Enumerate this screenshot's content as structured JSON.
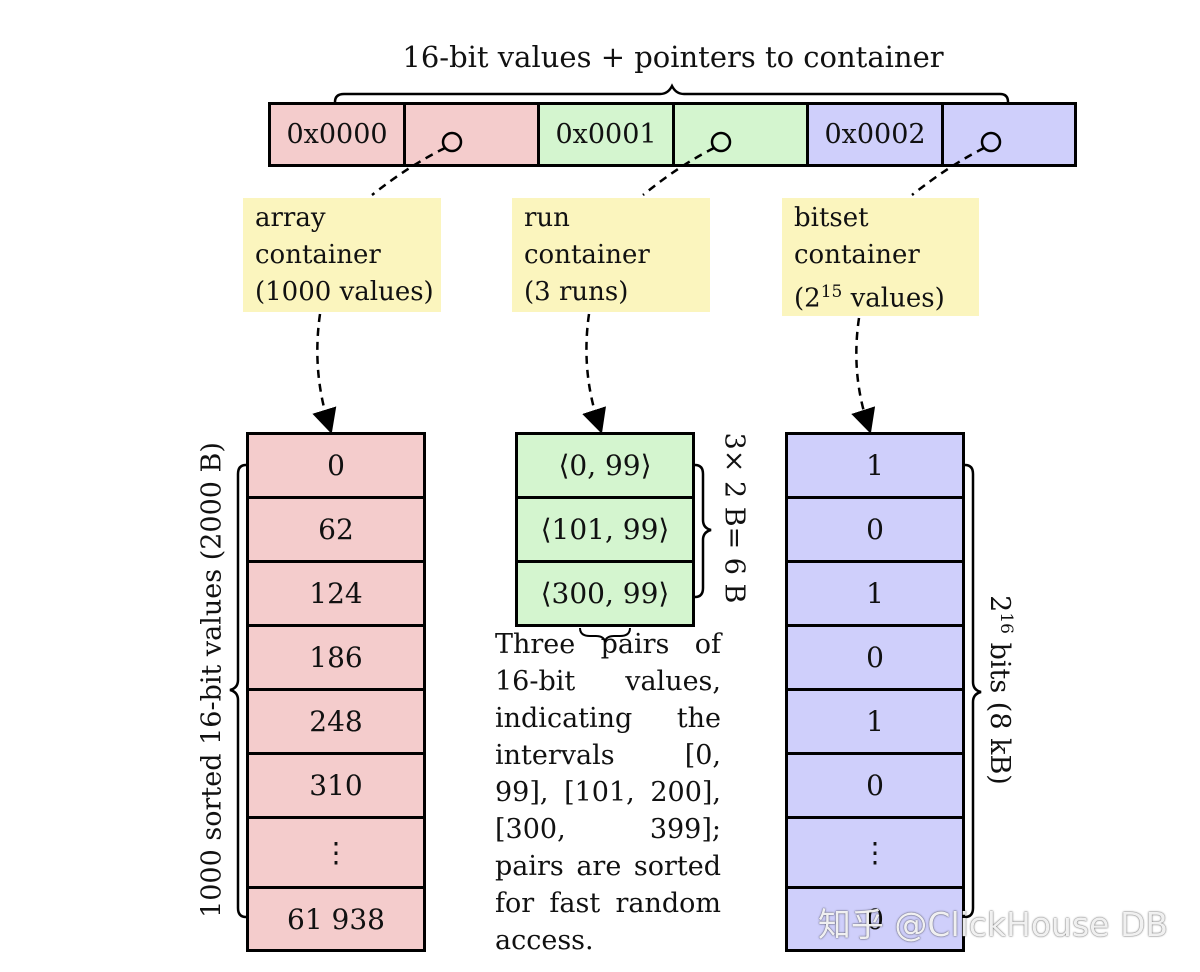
{
  "title": "16-bit values + pointers to container",
  "keys": [
    "0x0000",
    "0x0001",
    "0x0002"
  ],
  "containers": [
    {
      "label_lines": [
        "array",
        "container",
        "(1000 values)"
      ]
    },
    {
      "label_lines": [
        "run",
        "container",
        "(3 runs)"
      ]
    },
    {
      "label_lines": [
        "bitset",
        "container"
      ],
      "label_line3_prefix": "(2",
      "label_line3_sup": "15",
      "label_line3_suffix": " values)"
    }
  ],
  "array_values": [
    "0",
    "62",
    "124",
    "186",
    "248",
    "310",
    "⋮",
    "61 938"
  ],
  "array_brace_label": "1000 sorted 16-bit values (2000 B)",
  "runs": [
    "⟨0, 99⟩",
    "⟨101, 99⟩",
    "⟨300, 99⟩"
  ],
  "runs_brace_label": "3× 2 B= 6 B",
  "run_note": "Three pairs of 16-bit values, indicating the intervals [0, 99], [101, 200], [300, 399]; pairs are sorted for fast random access.",
  "bitset_values": [
    "1",
    "0",
    "1",
    "0",
    "1",
    "0",
    "⋮",
    "0"
  ],
  "bitset_brace_label_prefix": "2",
  "bitset_brace_label_sup": "16",
  "bitset_brace_label_suffix": " bits (8 kB)",
  "watermark": "知乎 @ClickHouse DB",
  "colors": {
    "array": "#f4cccc",
    "run": "#d4f5cf",
    "bitset": "#cfcffb",
    "note": "#fbf5be"
  }
}
